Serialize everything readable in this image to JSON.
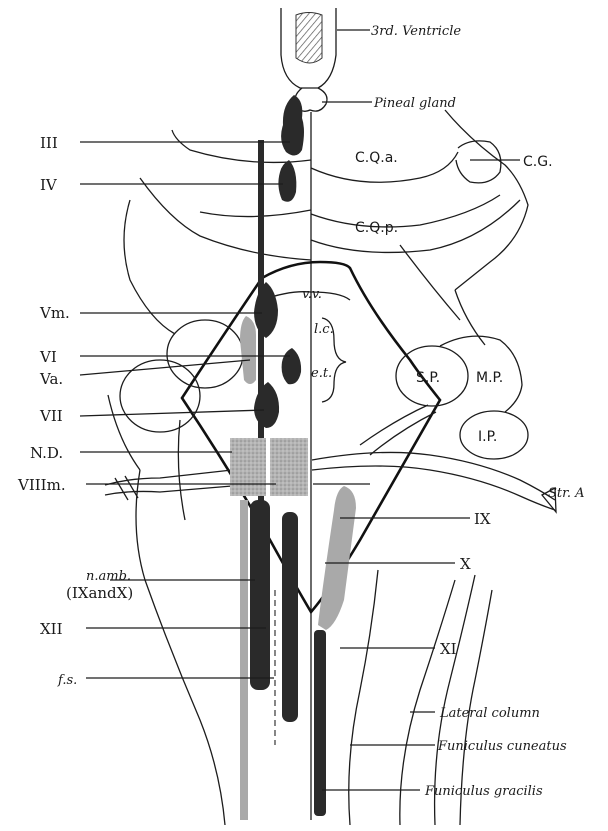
{
  "labels": {
    "third_ventricle": "3rd. Ventricle",
    "pineal_gland": "Pineal gland",
    "III": "III",
    "IV": "IV",
    "Vm": "Vm.",
    "VI": "VI",
    "Va": "Va.",
    "VII": "VII",
    "ND": "N.D.",
    "VIIIm": "VIIIm.",
    "namb": "n.amb.",
    "namb_sub": "(IXandX)",
    "XII": "XII",
    "fs": "f.s.",
    "CQa": "C.Q.a.",
    "CG": "C.G.",
    "CQp": "C.Q.p.",
    "vv": "v.v.",
    "lc": "l.c.",
    "et": "e.t.",
    "SP": "S.P.",
    "MP": "M.P.",
    "IP": "I.P.",
    "StrA": "Str. A",
    "IX": "IX",
    "X": "X",
    "XI": "XI",
    "lateral_column": "Lateral column",
    "funiculus_cuneatus": "Funiculus cuneatus",
    "funiculus_gracilis": "Funiculus gracilis"
  },
  "colors": {
    "motor_nucleus": "#2a2a2a",
    "sensory_nucleus": "#a9a9a9",
    "line": "#1c1c1c"
  }
}
